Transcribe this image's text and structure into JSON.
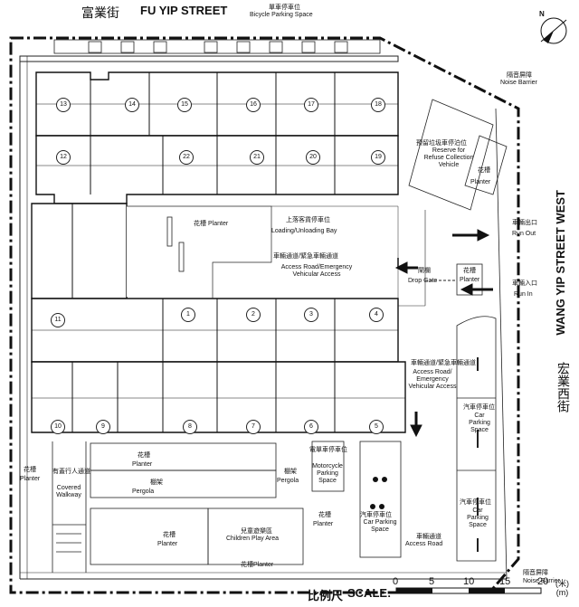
{
  "streets": {
    "north_cn": "富業街",
    "north_en": "FU YIP STREET",
    "east_en": "WANG YIP STREET WEST",
    "east_cn": "宏業西街"
  },
  "north_symbol": "N",
  "labels": {
    "bicycle_cn": "單車停車位",
    "bicycle_en": "Bicycle Parking Space",
    "noise_top_cn": "隔音屏障",
    "noise_top_en": "Noise Barrier",
    "noise_bottom_cn": "隔音屏障",
    "noise_bottom_en": "Noise Barrier",
    "refuse_cn": "預留垃圾車停泊位",
    "refuse_en": "Reserve for Refuse Collection Vehicle",
    "planter_ne_cn": "花槽",
    "planter_ne_en": "Planter",
    "planter_mid_cn": "花槽",
    "planter_mid_en": "Planter",
    "loading_cn": "上落客貨停車位",
    "loading_en": "Loading/Unloading Bay",
    "access1_cn": "車輛通道/緊急車輛通道",
    "access1_en": "Access Road/Emergency Vehicular Access",
    "runout_cn": "車輛出口",
    "runout_en": "Run Out",
    "dropgate_cn": "閘欄",
    "dropgate_en": "Drop Gate",
    "planter_gate_cn": "花槽",
    "planter_gate_en": "Planter",
    "runin_cn": "車輛入口",
    "runin_en": "Run In",
    "access2_cn": "車輛通道/緊急車輛通道",
    "access2_en": "Access Road/ Emergency Vehicular Access",
    "carpark1_cn": "汽車停車位",
    "carpark1_en": "Car Parking Space",
    "carpark2_cn": "汽車停車位",
    "carpark2_en": "Car Parking Space",
    "carpark3_cn": "汽車停車位",
    "carpark3_en": "Car Parking Space",
    "planter_west_cn": "花槽",
    "planter_west_en": "Planter",
    "walkway_cn": "有蓋行人通道",
    "walkway_en": "Covered Walkway",
    "planter_s1_cn": "花槽",
    "planter_s1_en": "Planter",
    "pergola1_cn": "棚架",
    "pergola1_en": "Pergola",
    "pergola2_cn": "棚架",
    "pergola2_en": "Pergola",
    "moto_cn": "電單車停車位",
    "moto_en": "Motorcycle Parking Space",
    "planter_s2_cn": "花槽",
    "planter_s2_en": "Planter",
    "planter_s3_cn": "花槽",
    "planter_s3_en": "Planter",
    "play_cn": "兒童遊樂區",
    "play_en": "Children Play Area",
    "access3_cn": "車輛通道",
    "access3_en": "Access Road",
    "planter_bottom_cn": "花槽",
    "planter_bottom_en": "Planter"
  },
  "houses": [
    "13",
    "14",
    "15",
    "16",
    "17",
    "18",
    "12",
    "22",
    "21",
    "20",
    "19",
    "11",
    "1",
    "2",
    "3",
    "4",
    "10",
    "9",
    "8",
    "7",
    "6",
    "5"
  ],
  "scale": {
    "title_cn": "比例尺",
    "title_en": "SCALE:",
    "ticks": [
      "0",
      "5",
      "10",
      "15",
      "20"
    ],
    "unit": "(米)\n(m)"
  }
}
